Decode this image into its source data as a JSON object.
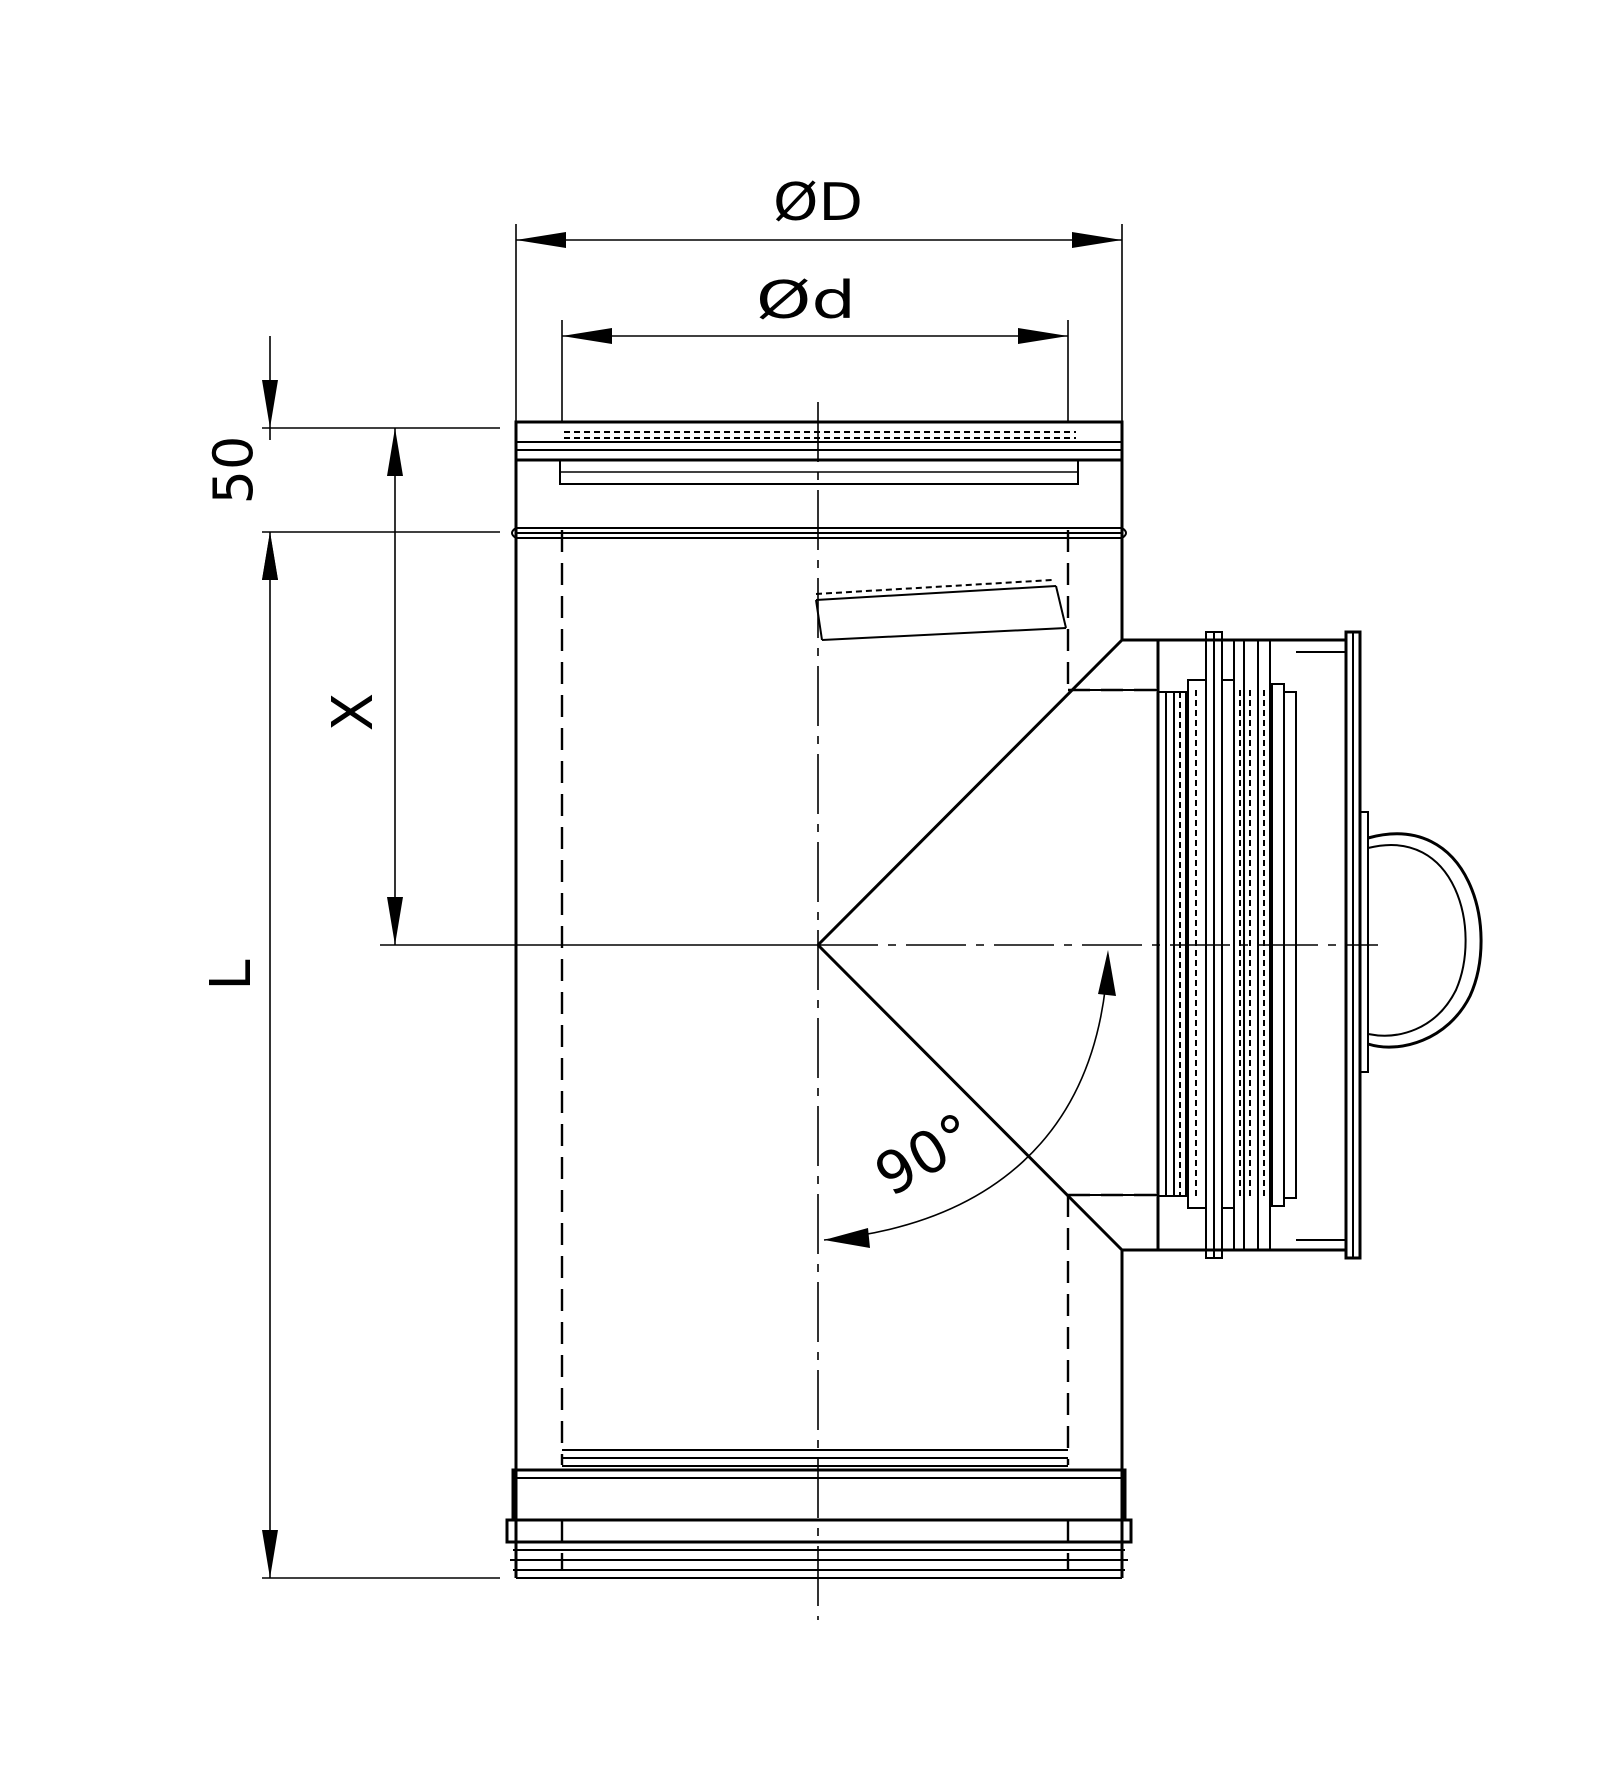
{
  "drawing": {
    "labels": {
      "outer_diameter": "ØD",
      "inner_diameter": "Ød",
      "top_offset": "50",
      "branch_offset": "X",
      "length": "L",
      "angle": "90°"
    },
    "colors": {
      "line": "#000000",
      "background": "#ffffff"
    }
  }
}
